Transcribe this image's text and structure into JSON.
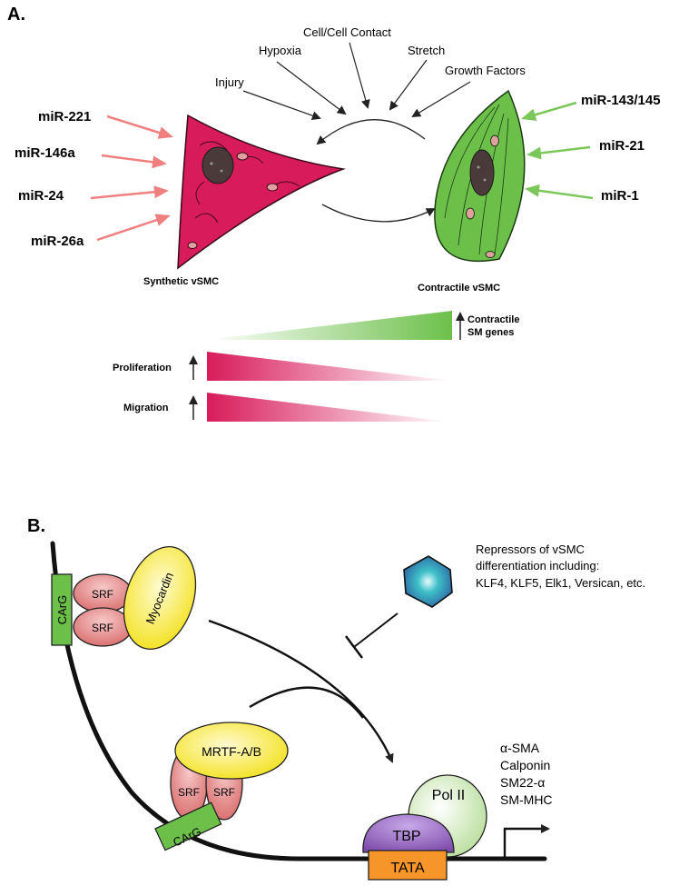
{
  "panel_a": {
    "label": "A.",
    "stimuli": [
      "Injury",
      "Hypoxia",
      "Cell/Cell Contact",
      "Stretch",
      "Growth Factors"
    ],
    "synthetic_mirs": [
      "miR-221",
      "miR-146a",
      "miR-24",
      "miR-26a"
    ],
    "contractile_mirs": [
      "miR-143/145",
      "miR-21",
      "miR-1"
    ],
    "synthetic_label": "Synthetic vSMC",
    "contractile_label": "Contractile vSMC",
    "contractile_genes_line1": "Contractile",
    "contractile_genes_line2": "SM genes",
    "proliferation_label": "Proliferation",
    "migration_label": "Migration",
    "colors": {
      "synthetic_cell": "#d81b5a",
      "contractile_cell": "#6cc04a",
      "synthetic_arrow": "#f08080",
      "contractile_arrow": "#7cc75a"
    }
  },
  "panel_b": {
    "label": "B.",
    "carg": "CArG",
    "srf": "SRF",
    "myocardin": "Myocardin",
    "mrtf": "MRTF-A/B",
    "repressors_line1": "Repressors of vSMC",
    "repressors_line2": "differentiation including:",
    "repressors_line3": "KLF4, KLF5, Elk1, Versican, etc.",
    "targets": [
      "α-SMA",
      "Calponin",
      "SM22-α",
      "SM-MHC"
    ],
    "pol2": "Pol II",
    "tbp": "TBP",
    "tata": "TATA",
    "colors": {
      "carg": "#6cc04a",
      "srf": "#e27878",
      "myocardin": "#f6e51a",
      "repressor": "#2a6aa8",
      "pol2": "#d4eec0",
      "tbp": "#8a5ab8",
      "tata": "#f5952a"
    }
  }
}
